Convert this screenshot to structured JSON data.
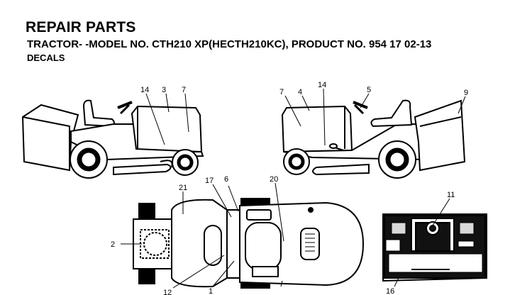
{
  "header": {
    "title": "REPAIR PARTS",
    "subtitle": "TRACTOR- -MODEL NO. CTH210 XP(HECTH210KC), PRODUCT NO. 954 17 02-13",
    "section": "DECALS"
  },
  "callouts": {
    "left_tractor": [
      "14",
      "3",
      "7"
    ],
    "right_tractor": [
      "7",
      "4",
      "14",
      "5",
      "9"
    ],
    "top_view": [
      "21",
      "17",
      "6",
      "20",
      "2",
      "12",
      "1"
    ],
    "panel": [
      "11",
      "16"
    ]
  },
  "colors": {
    "ink": "#000000",
    "fill": "#ffffff",
    "shade": "#d9d9d9"
  }
}
